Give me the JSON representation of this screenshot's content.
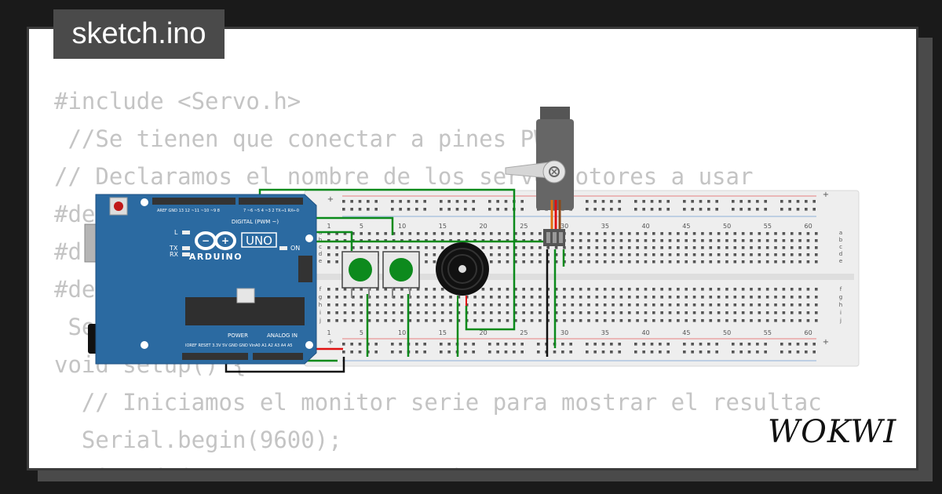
{
  "title": "sketch.ino",
  "brand": "WOKWI",
  "code_lines": [
    "#include <Servo.h>",
    " //Se tienen que conectar a pines PWM",
    "// Declaramos el nombre de los servo motores a usar",
    "#de",
    "#d",
    "#de",
    " Se",
    "void setup() {",
    "  // Iniciamos el monitor serie para mostrar el resultac",
    "  Serial.begin(9600);",
    "  pinMode(Servo, INPUT_PULLUP);"
  ],
  "arduino": {
    "brand_label": "ARDUINO",
    "model_label": "UNO",
    "digital_label": "DIGITAL (PWM ~)",
    "analog_label": "ANALOG IN",
    "power_label": "POWER",
    "pins_left": "AREF GND 13 12 ~11 ~10 ~9 8",
    "pins_right": "7 ~6 ~5 4 ~3 2 TX→1 RX←0",
    "led_l": "L",
    "led_tx": "TX",
    "led_rx": "RX",
    "led_on": "ON",
    "power_pins": "IOREF RESET 3.3V 5V GND GND Vin",
    "analog_pins": "A0 A1 A2 A3 A4 A5"
  },
  "breadboard": {
    "column_numbers": [
      "1",
      "5",
      "10",
      "15",
      "20",
      "25",
      "30",
      "35",
      "40",
      "45",
      "50",
      "55",
      "60"
    ],
    "row_letters_top": [
      "a",
      "b",
      "c",
      "d",
      "e"
    ],
    "row_letters_bottom": [
      "f",
      "g",
      "h",
      "i",
      "j"
    ],
    "plus": "+",
    "minus": "-"
  },
  "colors": {
    "board": "#2b6aa1",
    "wire_green": "#0a8a1a",
    "wire_red": "#e01010",
    "wire_black": "#111111",
    "button_green": "#0d8a1d"
  }
}
